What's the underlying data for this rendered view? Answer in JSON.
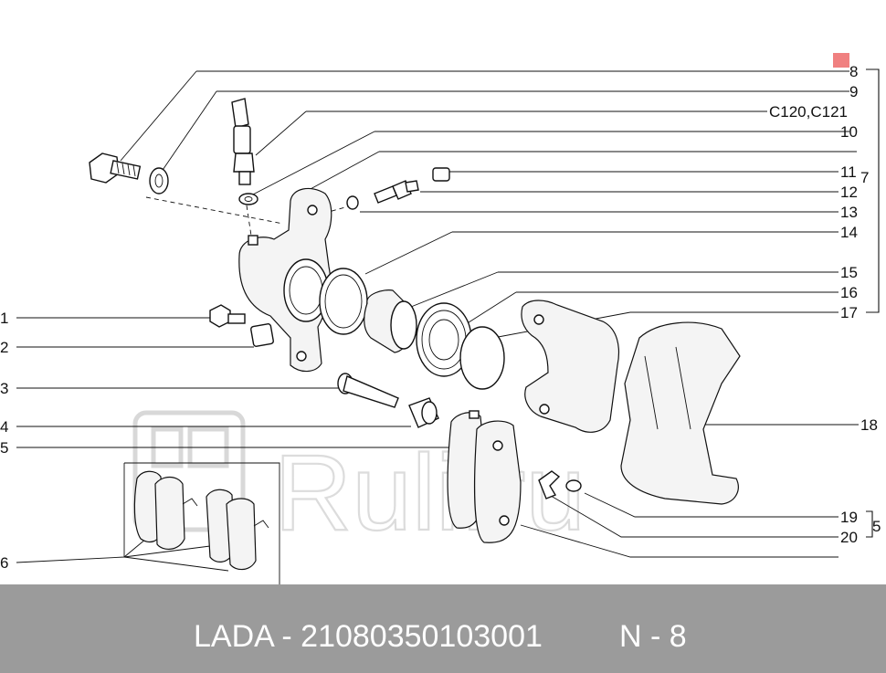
{
  "callouts": {
    "c1": "1",
    "c2": "2",
    "c3": "3",
    "c4": "4",
    "c5": "5",
    "c6": "6",
    "c7": "7",
    "c8": "8",
    "c9": "9",
    "c_c120": "C120,C121",
    "c10": "10",
    "c11": "11",
    "c12": "12",
    "c13": "13",
    "c14": "14",
    "c15": "15",
    "c16": "16",
    "c17": "17",
    "c18": "18",
    "c19": "19",
    "c20": "20",
    "c5b": "5"
  },
  "watermark": "Ruli.ru",
  "footer": {
    "part_line": "LADA - 21080350103001",
    "page": "N - 8"
  },
  "colors": {
    "marker": "#f08080",
    "footer_bg": "#9b9b9b"
  }
}
